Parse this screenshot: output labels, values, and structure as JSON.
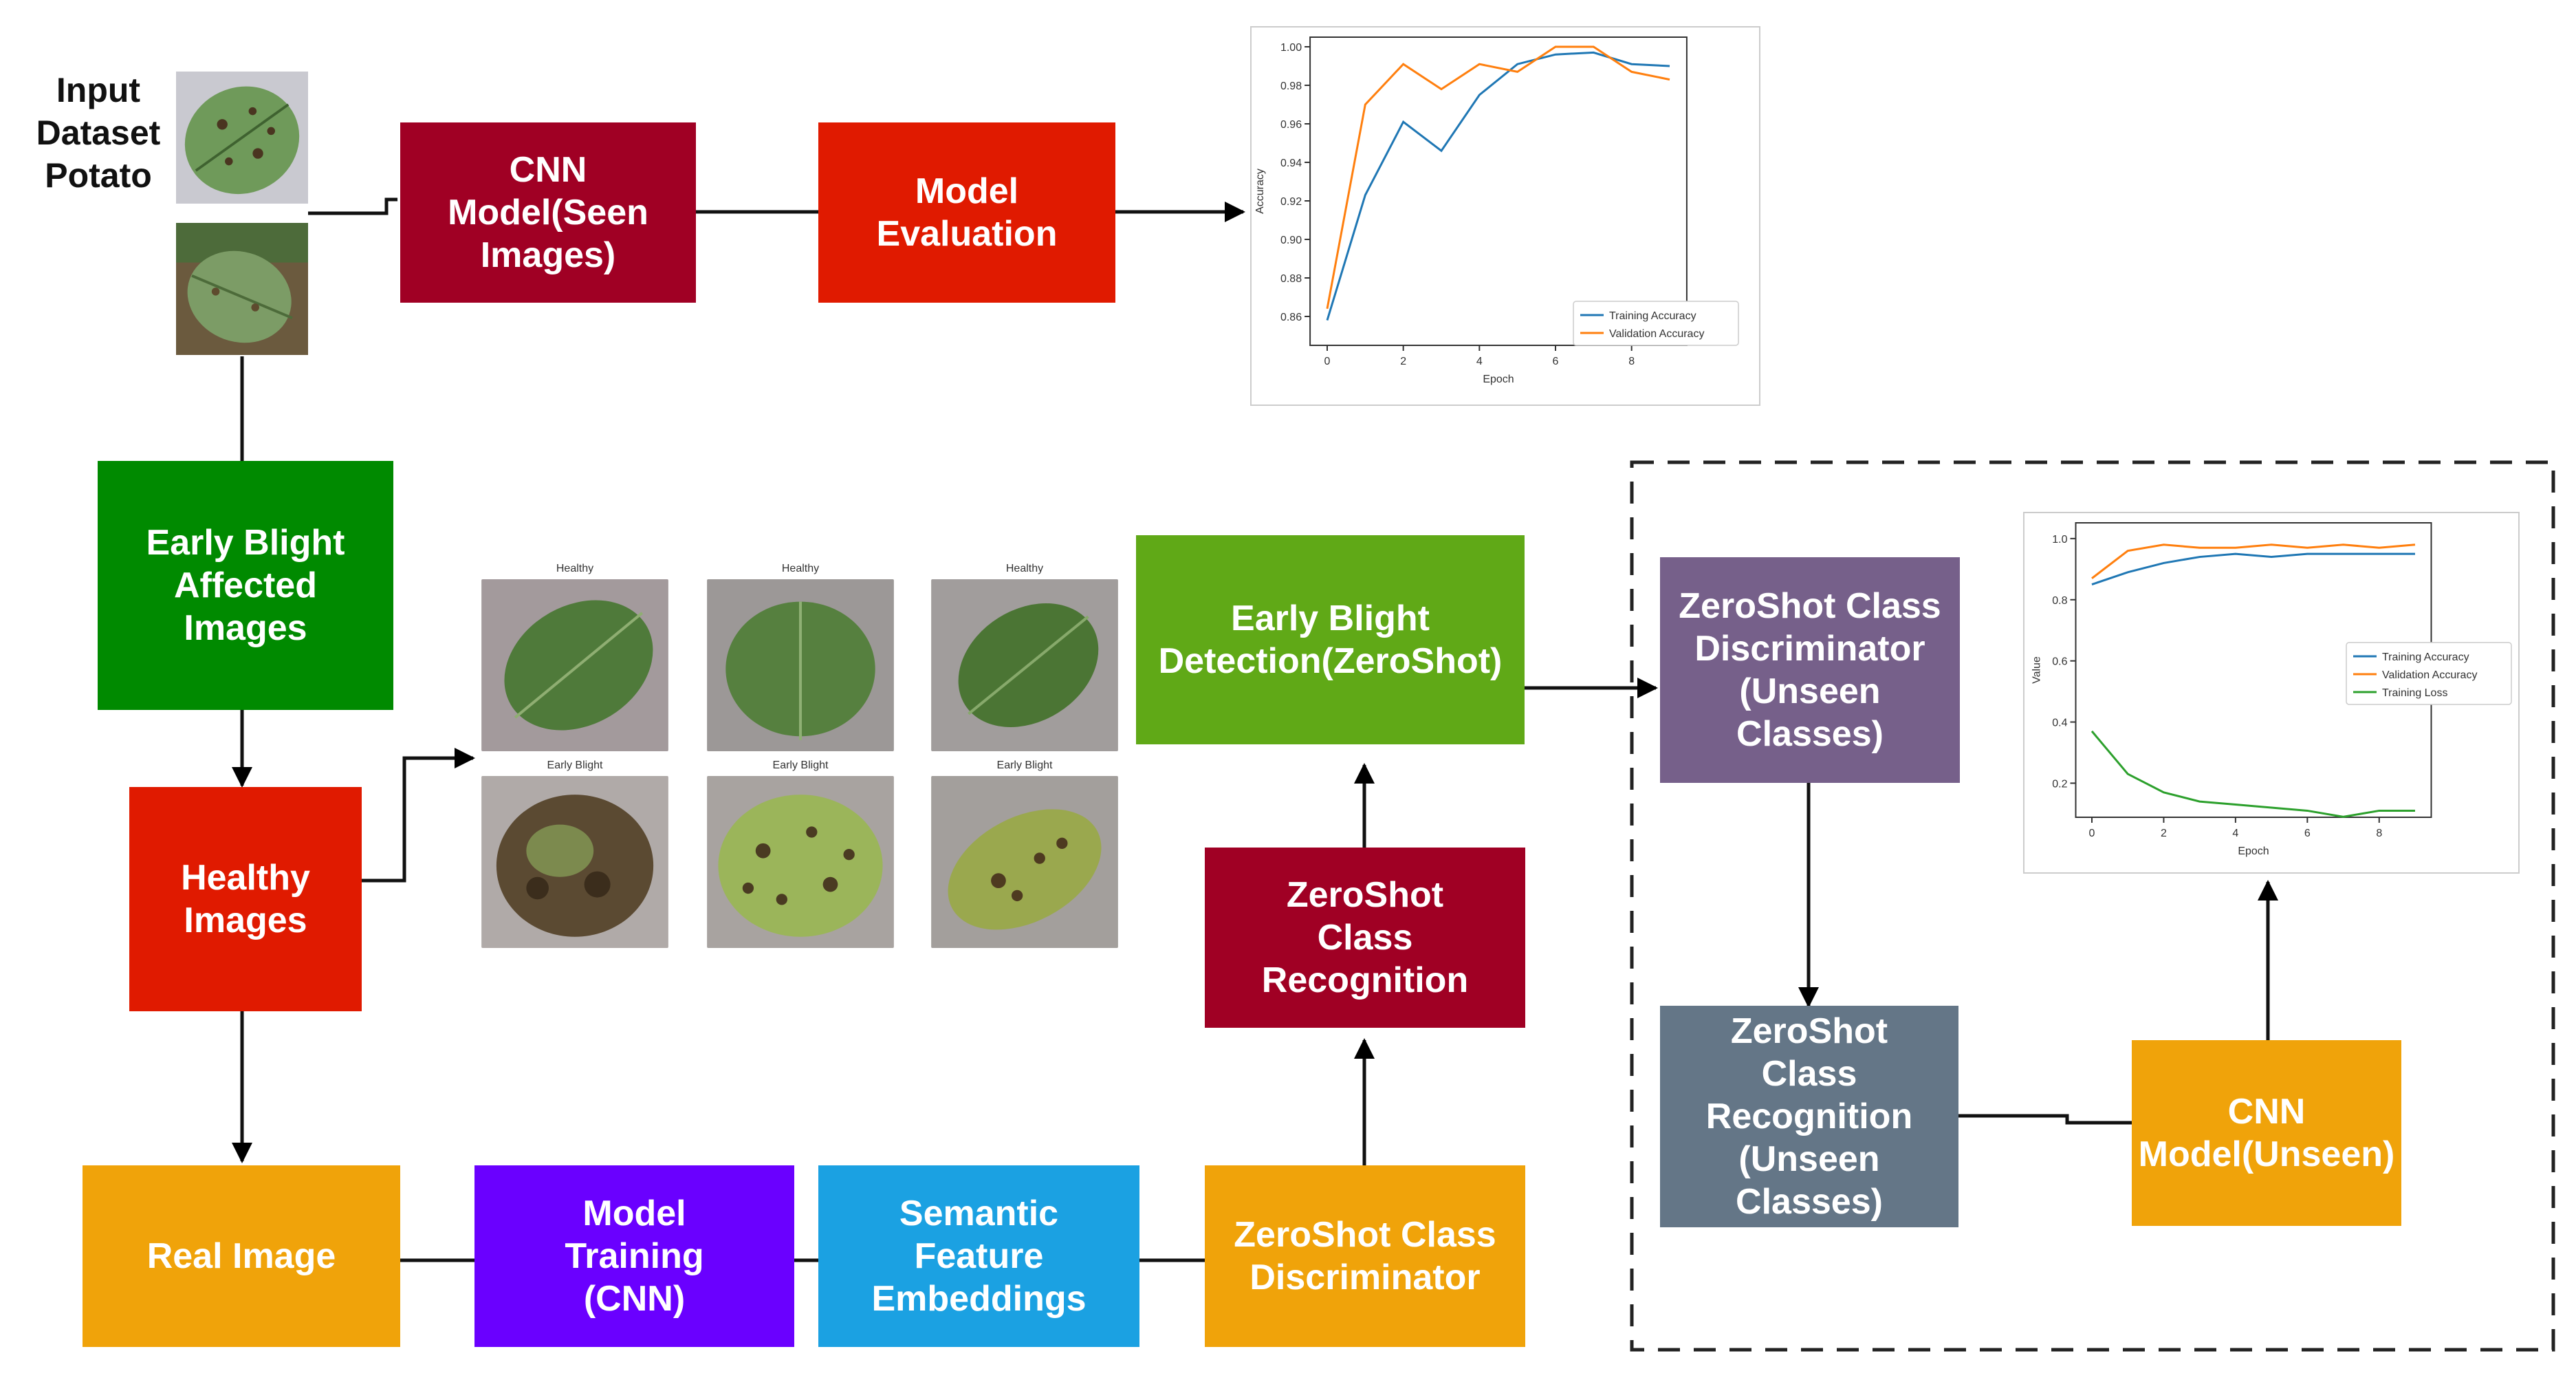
{
  "input": {
    "label": "Input\nDataset\nPotato"
  },
  "boxes": {
    "cnn_seen": {
      "label": "CNN\nModel(Seen\nImages)",
      "color": "#A00024"
    },
    "model_eval": {
      "label": "Model\nEvaluation",
      "color": "#E01A00"
    },
    "early_blight_affected": {
      "label": "Early Blight\nAffected\nImages",
      "color": "#008A00"
    },
    "healthy_images": {
      "label": "Healthy\nImages",
      "color": "#E01A00"
    },
    "early_blight_detection": {
      "label": "Early Blight\nDetection(ZeroShot)",
      "color": "#60A917"
    },
    "zs_recognition": {
      "label": "ZeroShot\nClass\nRecognition",
      "color": "#A00024"
    },
    "real_image": {
      "label": "Real Image",
      "color": "#F0A30A"
    },
    "model_training": {
      "label": "Model\nTraining\n(CNN)",
      "color": "#6A00FF"
    },
    "semantic_embeddings": {
      "label": "Semantic\nFeature\nEmbeddings",
      "color": "#1BA1E2"
    },
    "zs_discriminator": {
      "label": "ZeroShot Class\nDiscriminator",
      "color": "#F0A30A"
    },
    "zs_disc_unseen": {
      "label": "ZeroShot Class\nDiscriminator\n(Unseen\nClasses)",
      "color": "#76608A"
    },
    "zs_recog_unseen": {
      "label": "ZeroShot\nClass\nRecognition\n(Unseen\nClasses)",
      "color": "#647687"
    },
    "cnn_unseen": {
      "label": "CNN\nModel(Unseen)",
      "color": "#F0A30A"
    }
  },
  "leaf_grid": {
    "top_caption": "Healthy",
    "bottom_caption": "Early Blight"
  },
  "chart_data": [
    {
      "type": "line",
      "title": "",
      "xlabel": "Epoch",
      "ylabel": "Accuracy",
      "x": [
        0,
        1,
        2,
        3,
        4,
        5,
        6,
        7,
        8,
        9
      ],
      "xticks": [
        0,
        2,
        4,
        6,
        8
      ],
      "yticks": [
        0.86,
        0.88,
        0.9,
        0.92,
        0.94,
        0.96,
        0.98,
        1.0
      ],
      "ylim": [
        0.85,
        1.0
      ],
      "legend_position": "lower right",
      "series": [
        {
          "name": "Training Accuracy",
          "color": "#1f77b4",
          "values": [
            0.858,
            0.923,
            0.961,
            0.946,
            0.975,
            0.991,
            0.996,
            0.997,
            0.991,
            0.99
          ]
        },
        {
          "name": "Validation Accuracy",
          "color": "#ff7f0e",
          "values": [
            0.864,
            0.97,
            0.991,
            0.978,
            0.991,
            0.987,
            1.0,
            1.0,
            0.987,
            0.983
          ]
        }
      ]
    },
    {
      "type": "line",
      "title": "",
      "xlabel": "Epoch",
      "ylabel": "Value",
      "x": [
        0,
        1,
        2,
        3,
        4,
        5,
        6,
        7,
        8,
        9
      ],
      "xticks": [
        0,
        2,
        4,
        6,
        8
      ],
      "yticks": [
        0.2,
        0.4,
        0.6,
        0.8,
        1.0
      ],
      "ylim": [
        0.12,
        1.02
      ],
      "legend_position": "center right",
      "series": [
        {
          "name": "Training Accuracy",
          "color": "#1f77b4",
          "values": [
            0.85,
            0.89,
            0.92,
            0.94,
            0.95,
            0.94,
            0.95,
            0.95,
            0.95,
            0.95
          ]
        },
        {
          "name": "Validation Accuracy",
          "color": "#ff7f0e",
          "values": [
            0.87,
            0.96,
            0.98,
            0.97,
            0.97,
            0.98,
            0.97,
            0.98,
            0.97,
            0.98
          ]
        },
        {
          "name": "Training Loss",
          "color": "#2ca02c",
          "values": [
            0.37,
            0.23,
            0.17,
            0.14,
            0.13,
            0.12,
            0.11,
            0.09,
            0.11,
            0.11
          ]
        }
      ]
    }
  ]
}
